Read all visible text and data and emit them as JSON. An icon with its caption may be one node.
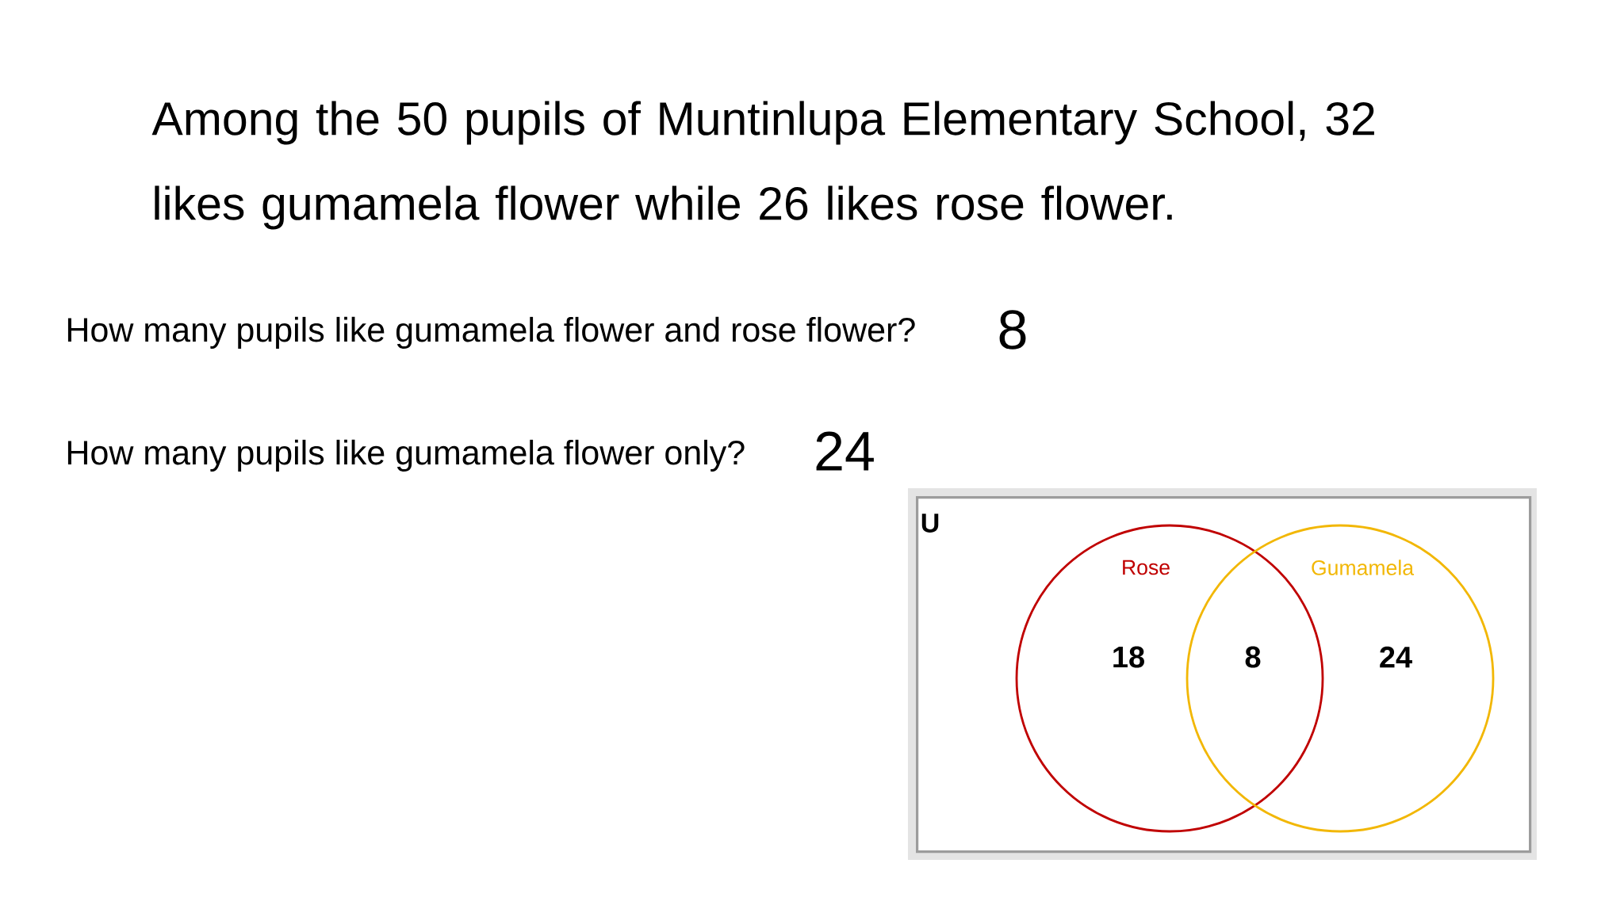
{
  "diagram": {
    "title": "Among the 50 pupils of Muntinlupa Elementary School, 32 likes gumamela flower while 26 likes rose flower.",
    "nodes": [
      {
        "text": [
          "U"
        ]
      },
      {
        "text": [
          "Rose",
          "18"
        ],
        "in": 0
      },
      {
        "text": [
          "Gumamela",
          "24"
        ],
        "in": 0
      }
    ],
    "labels": [
      "How many pupils like gumamela flower and rose flower?",
      "8",
      "How many pupils like gumamela flower only?",
      "24",
      "8"
    ]
  }
}
